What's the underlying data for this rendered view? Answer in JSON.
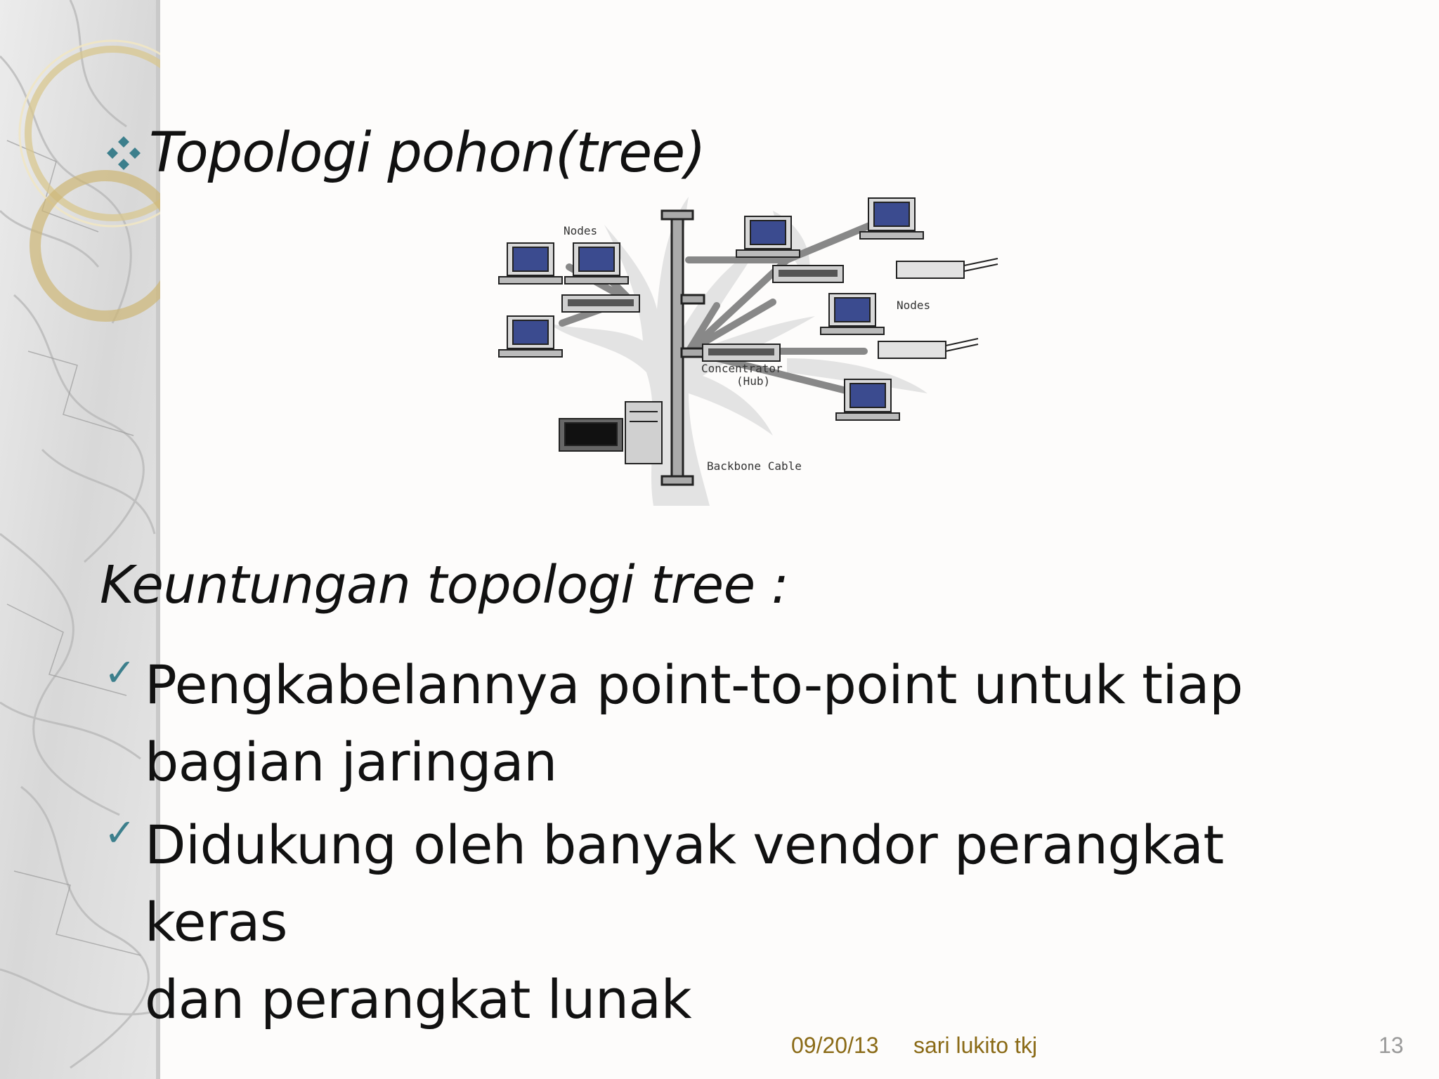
{
  "slide": {
    "heading": "Topologi pohon(tree)",
    "subheading": "Keuntungan topologi tree :",
    "bullets": [
      {
        "line1": "Pengkabelannya point-to-point untuk tiap",
        "line2": "bagian jaringan"
      },
      {
        "line1": "Didukung oleh banyak vendor perangkat keras",
        "line2": "dan perangkat lunak"
      }
    ]
  },
  "diagram": {
    "nodes_label_1": "Nodes",
    "nodes_label_2": "Nodes",
    "concentrator_label": "Concentrator",
    "hub_label": "(Hub)",
    "backbone_label": "Backbone Cable"
  },
  "footer": {
    "date": "09/20/13",
    "author": "sari lukito tkj",
    "page_number": "13"
  },
  "colors": {
    "accent_teal": "#3c7f8c",
    "footer_gold": "#8a6a16",
    "page_number_gray": "#9a9a9a"
  }
}
